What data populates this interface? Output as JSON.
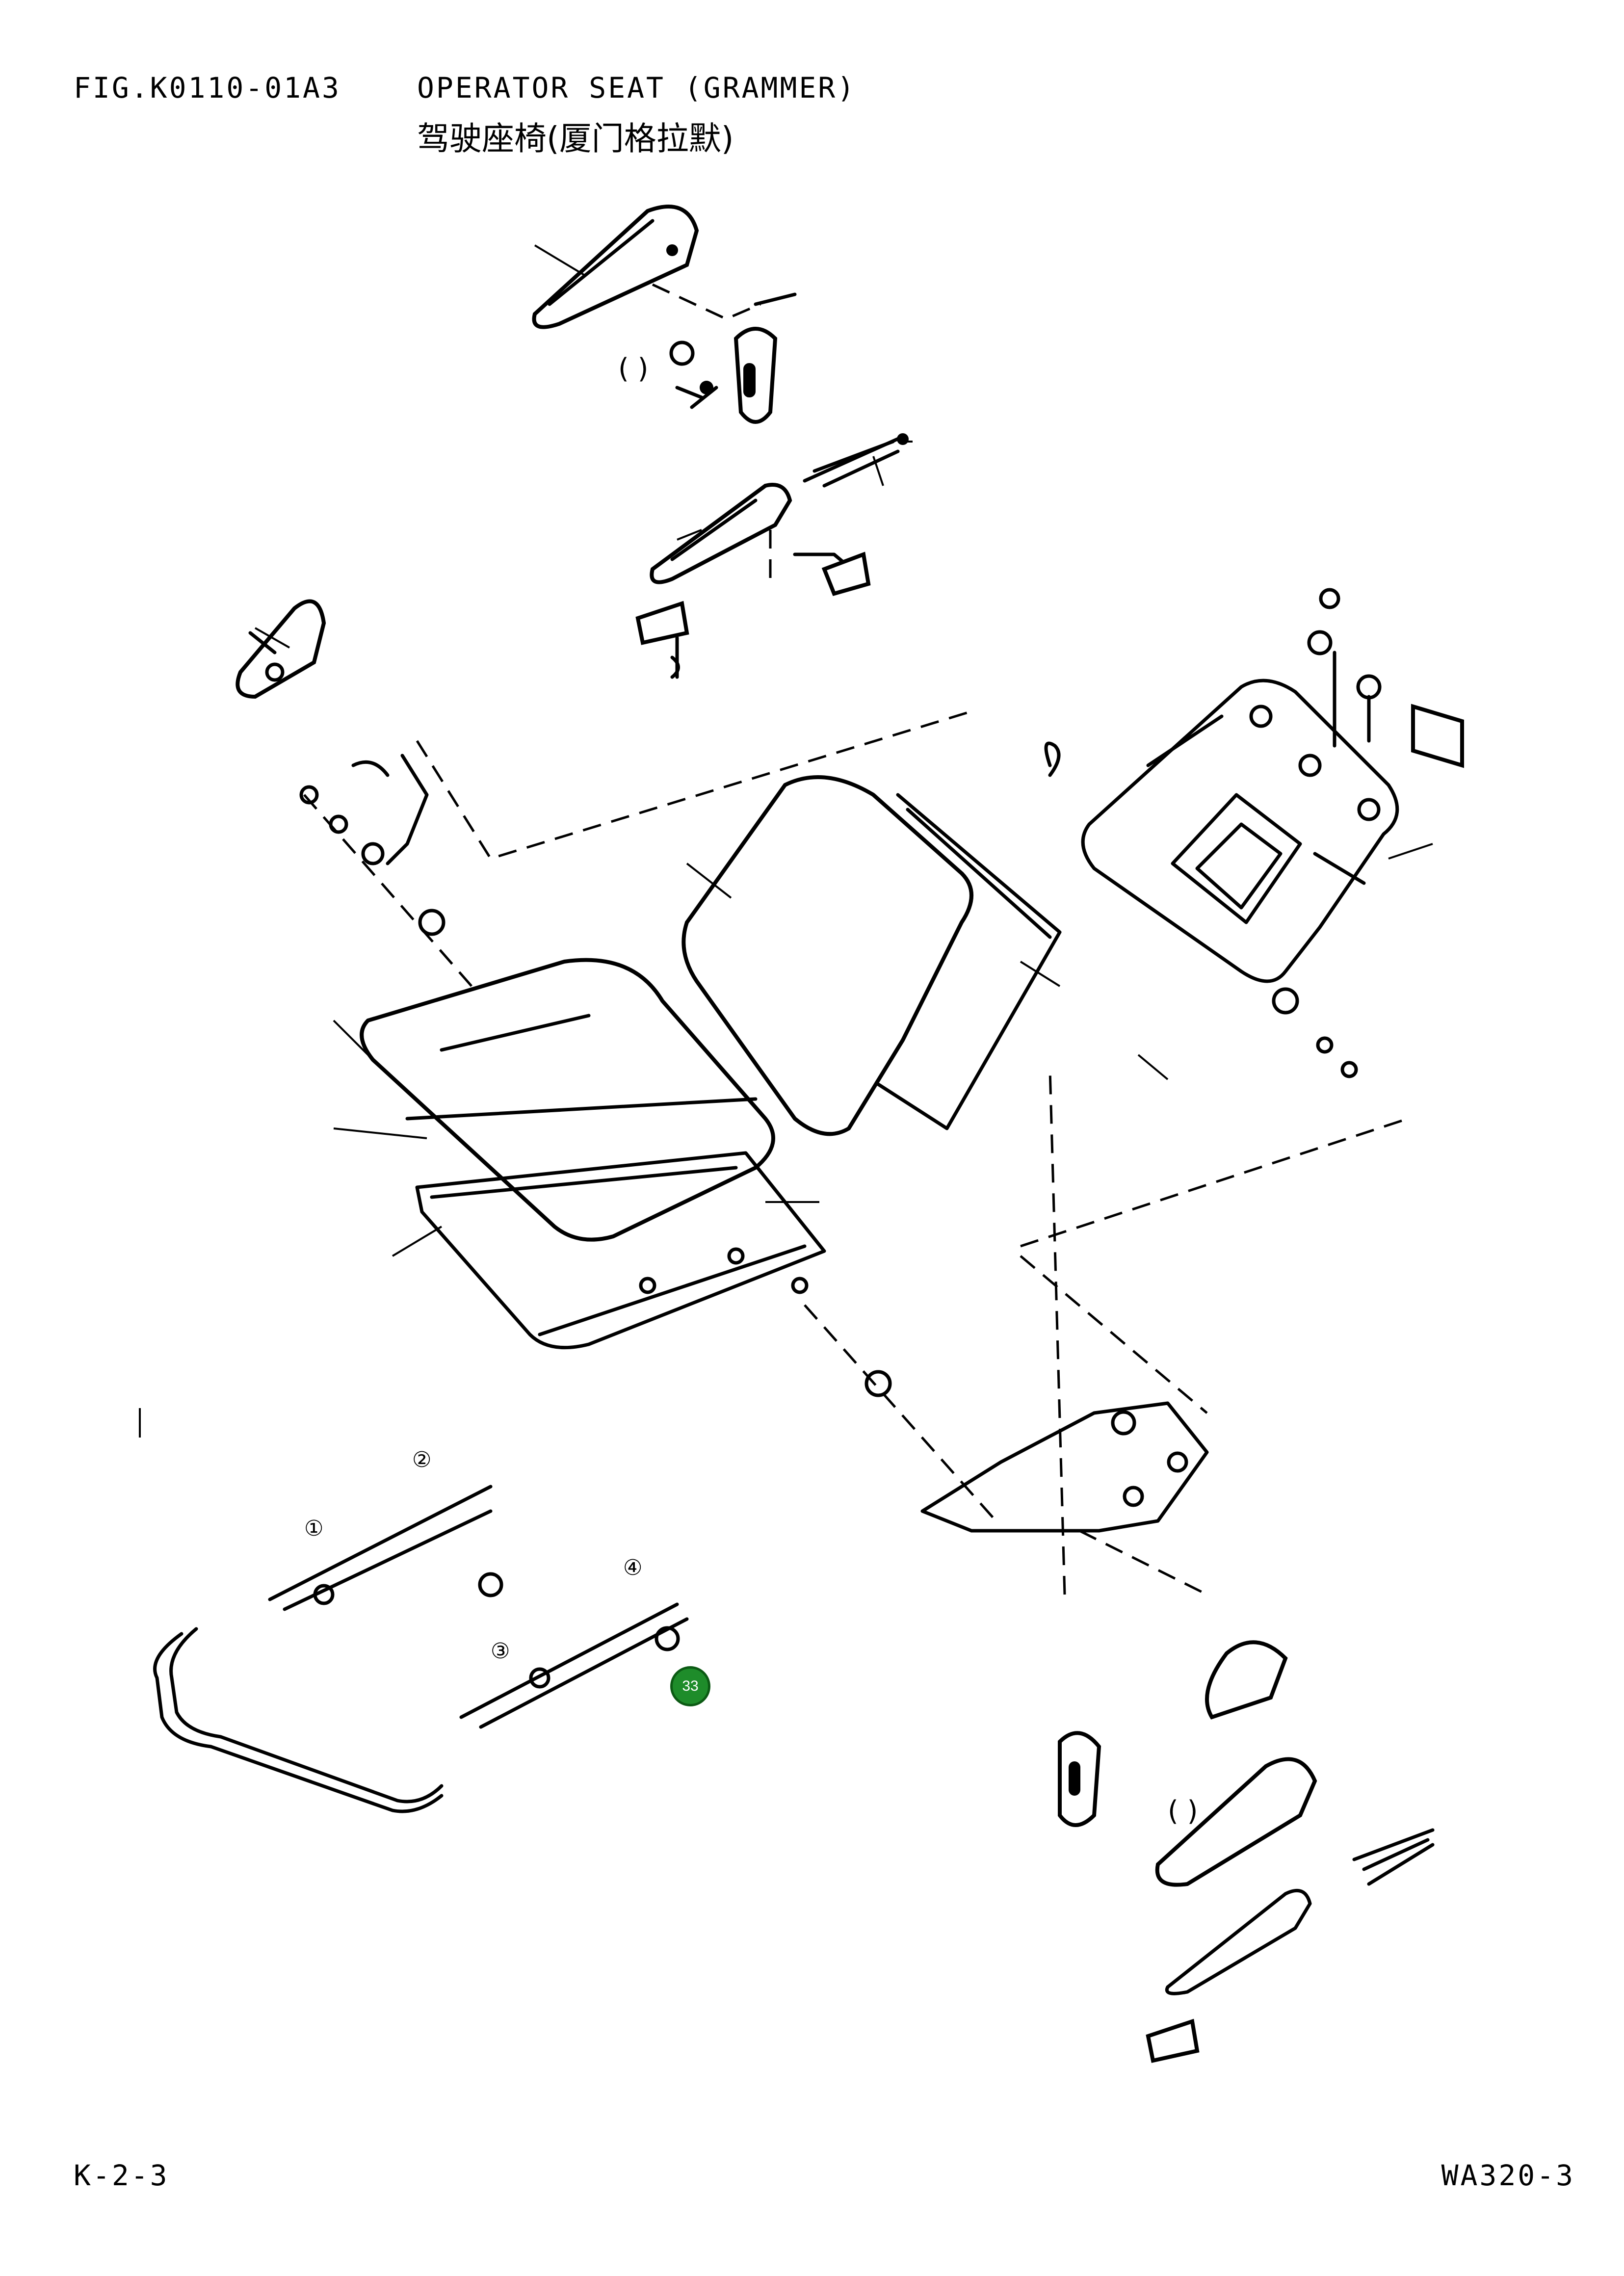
{
  "header": {
    "figure_number": "FIG.K0110-01A3",
    "title_en": "OPERATOR SEAT (GRAMMER)",
    "title_cn": "驾驶座椅(厦门格拉默)"
  },
  "footer": {
    "page_number": "K-2-3",
    "model_number": "WA320-3"
  },
  "drawing": {
    "parentheses_mark": "( )",
    "slide_rail_markers": [
      "①",
      "②",
      "③",
      "④"
    ]
  },
  "callout": {
    "label": "33",
    "color": "#1e8c2a"
  }
}
